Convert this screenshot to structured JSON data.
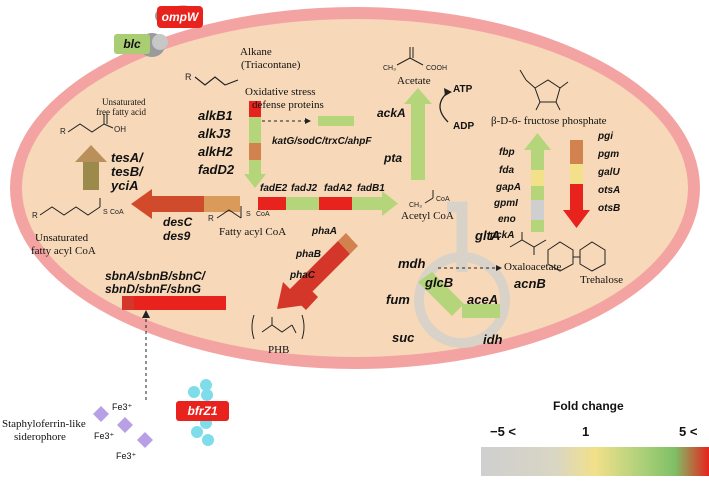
{
  "outer_genes": {
    "ompW": "ompW",
    "blc": "blc",
    "bfrZ1": "bfrZ1"
  },
  "alkane": {
    "name": "Alkane",
    "sub": "(Triacontane)"
  },
  "oxidative": {
    "line1": "Oxidative stress",
    "line2": "defense proteins",
    "genes": "katG/sodC/trxC/ahpF"
  },
  "unsat_ffa": {
    "line1": "Unsaturated",
    "line2": "free fatty acid"
  },
  "alk_genes": [
    "alkB1",
    "alkJ3",
    "alkH2",
    "fadD2"
  ],
  "tes_genes": [
    "tesA/",
    "tesB/",
    "yciA"
  ],
  "des_genes": [
    "desC",
    "des9"
  ],
  "unsat_facoa": {
    "line1": "Unsaturated",
    "line2": "fatty acyl CoA"
  },
  "facoa": "Fatty acyl CoA",
  "fad_genes": [
    "fadE2",
    "fadJ2",
    "fadA2",
    "fadB1"
  ],
  "acetyl_coa": "Acetyl CoA",
  "acetate": "Acetate",
  "ack": [
    "ackA",
    "pta"
  ],
  "atp": "ATP",
  "adp": "ADP",
  "glyco_title": "β-D-6- fructose phosphate",
  "glyco_left": [
    "fbp",
    "fda",
    "gapA",
    "gpmI",
    "eno",
    "pckA"
  ],
  "glyco_right": [
    "pgi",
    "pgm",
    "galU",
    "otsA",
    "otsB"
  ],
  "trehalose": "Trehalose",
  "pha_genes": [
    "phaA",
    "phaB",
    "phaC"
  ],
  "phb": "PHB",
  "tca": {
    "gltA": "gltA",
    "mdh": "mdh",
    "fum": "fum",
    "suc": "suc",
    "glcB": "glcB",
    "aceA": "aceA",
    "acnB": "acnB",
    "idh": "idh",
    "oxaloacetate": "Oxaloacetate"
  },
  "sbn": {
    "line1": "sbnA/sbnB/sbnC/",
    "line2": "sbnD/sbnF/sbnG"
  },
  "fe": [
    "Fe3⁺",
    "Fe3⁺",
    "Fe3⁺"
  ],
  "siderophore": {
    "line1": "Staphyloferrin-like",
    "line2": "siderophore"
  },
  "legend": {
    "title": "Fold change",
    "low": "−5 <",
    "mid": "1",
    "high": "5 <"
  },
  "colors": {
    "cell_fill": "#f7d9b9",
    "membrane": "#f4a3a3",
    "red": "#e8231e",
    "dark_red": "#d4372a",
    "orange_brown": "#d2824f",
    "light_green": "#b5d57a",
    "yellow": "#f2e08a",
    "grey": "#cfcfcf"
  }
}
